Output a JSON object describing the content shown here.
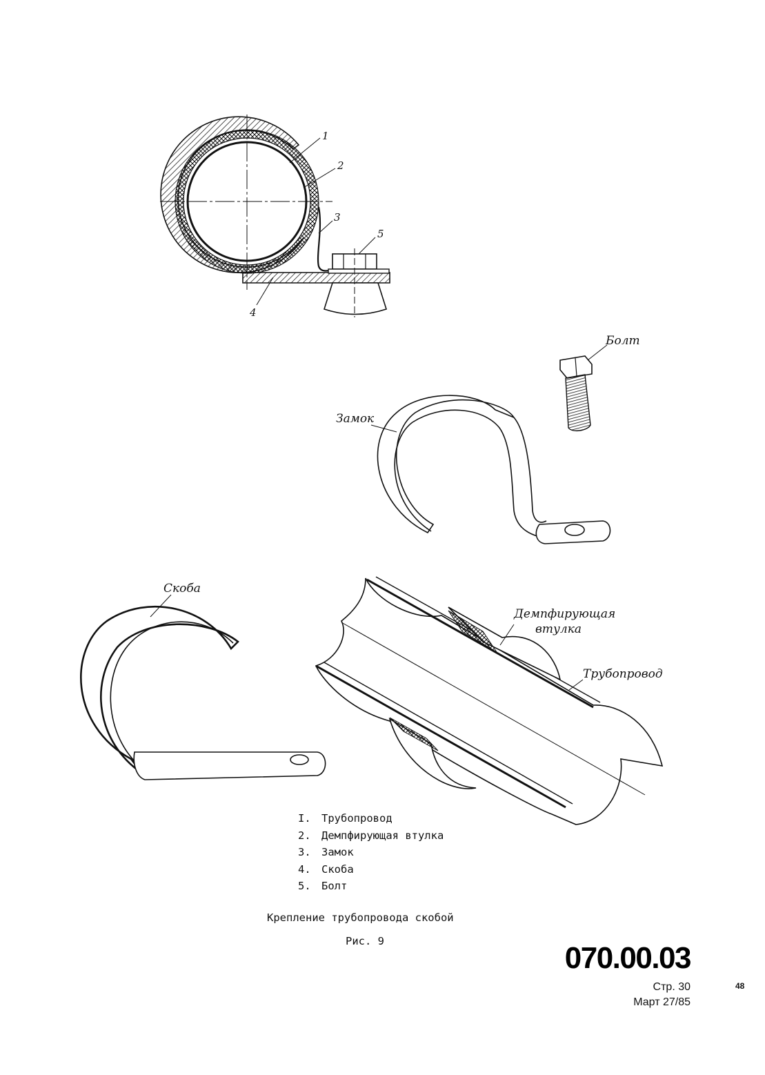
{
  "figure": {
    "callouts": {
      "c1": "1",
      "c2": "2",
      "c3": "3",
      "c4": "4",
      "c5": "5"
    },
    "part_labels": {
      "bolt": "Болт",
      "lock": "Замок",
      "bracket": "Скоба",
      "damper_line1": "Демпфирующая",
      "damper_line2": "втулка",
      "pipe": "Трубопровод"
    }
  },
  "legend": [
    {
      "num": "I.",
      "text": "Трубопровод"
    },
    {
      "num": "2.",
      "text": "Демпфирующая втулка"
    },
    {
      "num": "3.",
      "text": "Замок"
    },
    {
      "num": "4.",
      "text": "Скоба"
    },
    {
      "num": "5.",
      "text": "Болт"
    }
  ],
  "caption": "Крепление трубопровода скобой",
  "figure_number": "Рис. 9",
  "document_number": "070.00.03",
  "page": "Стр. 30",
  "date": "Март 27/85",
  "sheet_number": "48"
}
